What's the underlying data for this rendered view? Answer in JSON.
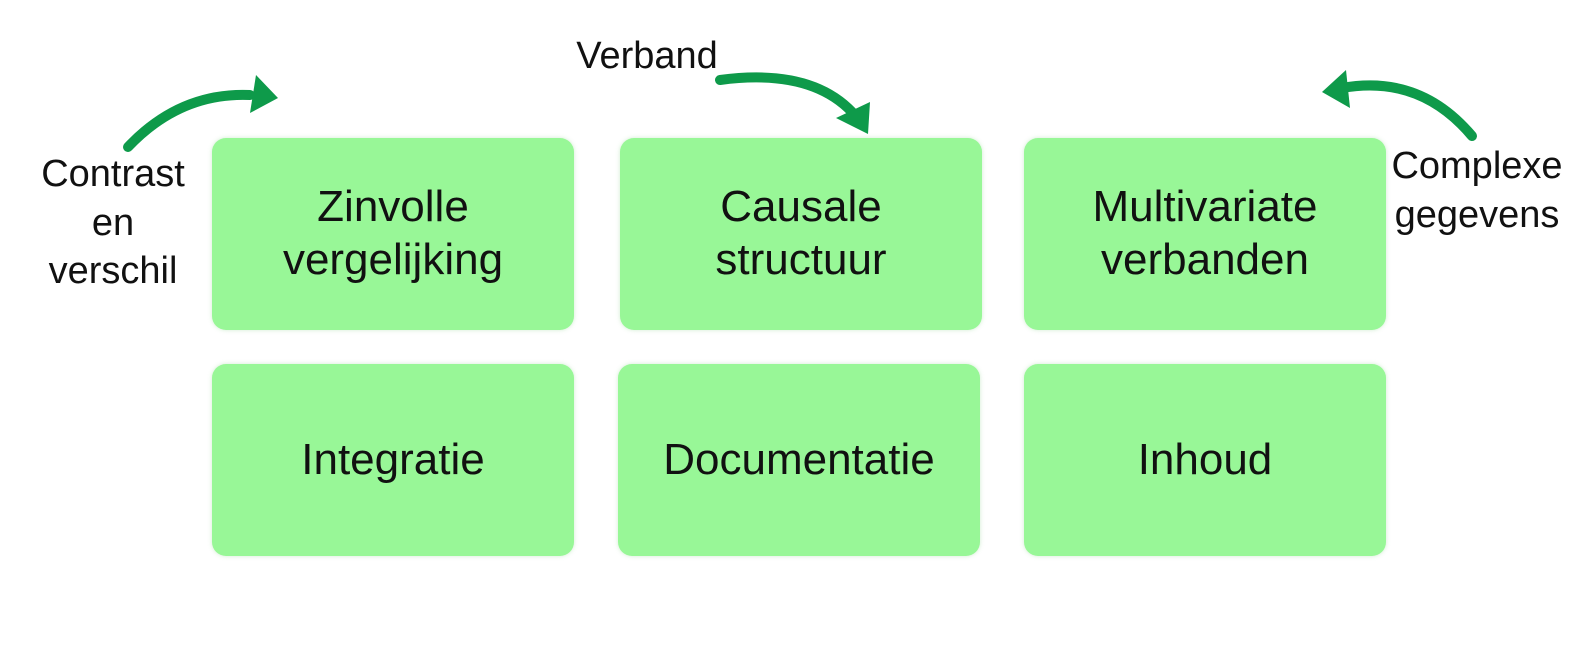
{
  "cards": [
    {
      "label": "Zinvolle\nvergelijking"
    },
    {
      "label": "Causale\nstructuur"
    },
    {
      "label": "Multivariate\nverbanden"
    },
    {
      "label": "Integratie"
    },
    {
      "label": "Documentatie"
    },
    {
      "label": "Inhoud"
    }
  ],
  "annotations": {
    "left": "Contrast\nen\nverschil",
    "top": "Verband",
    "right": "Complexe\ngegevens"
  },
  "colors": {
    "card_fill": "#98f797",
    "arrow": "#0e9a4a",
    "text": "#111111",
    "background": "#ffffff"
  }
}
